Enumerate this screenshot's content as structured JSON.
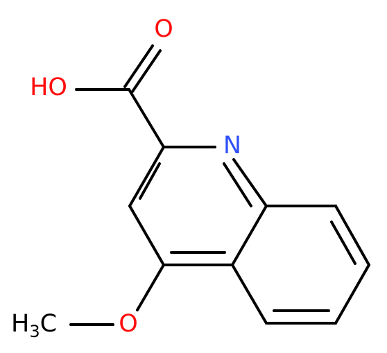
{
  "molecule": {
    "colors": {
      "oxygen": "#ff0d0d",
      "nitrogen": "#3050f8",
      "carbon": "#000000",
      "background": "#ffffff"
    },
    "labels": {
      "carbonyl_oxygen": "O",
      "hydroxyl": "HO",
      "ring_nitrogen": "N",
      "methoxy_oxygen": "O",
      "methyl_h": "H",
      "methyl_sub": "3",
      "methyl_c": "C"
    }
  }
}
